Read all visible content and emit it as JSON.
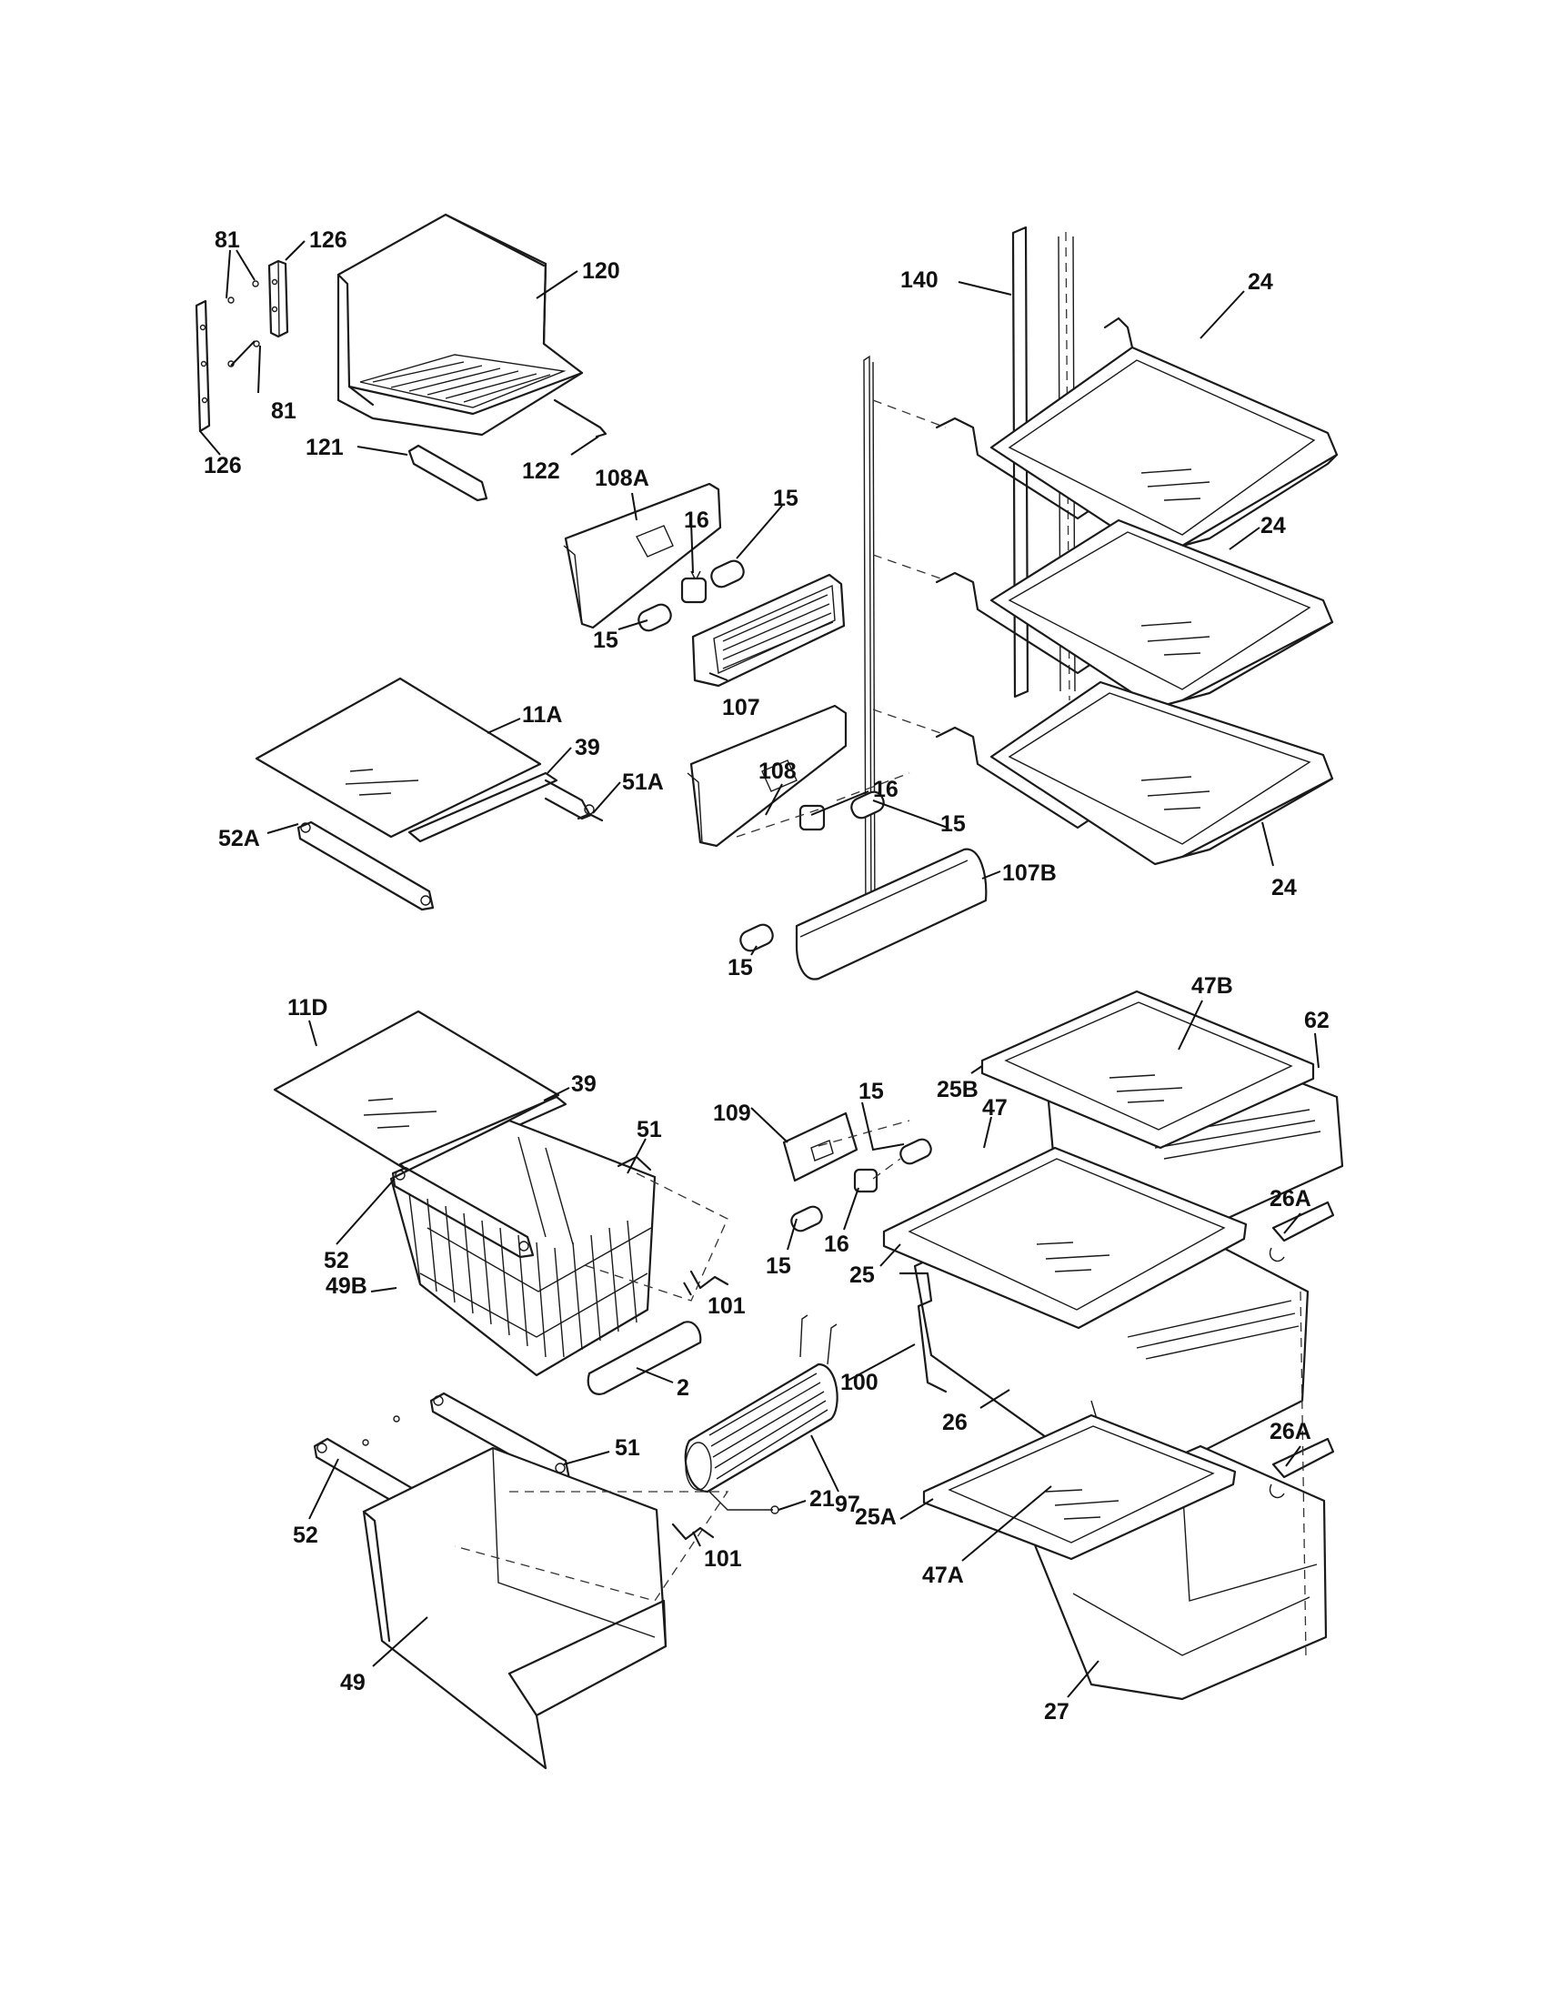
{
  "labels": [
    {
      "id": "81-top",
      "text": "81"
    },
    {
      "id": "126-top",
      "text": "126"
    },
    {
      "id": "120",
      "text": "120"
    },
    {
      "id": "140",
      "text": "140"
    },
    {
      "id": "24-a",
      "text": "24"
    },
    {
      "id": "81-bottom",
      "text": "81"
    },
    {
      "id": "126-bottom",
      "text": "126"
    },
    {
      "id": "121",
      "text": "121"
    },
    {
      "id": "122",
      "text": "122"
    },
    {
      "id": "108A",
      "text": "108A"
    },
    {
      "id": "15-a",
      "text": "15"
    },
    {
      "id": "16-a",
      "text": "16"
    },
    {
      "id": "24-b",
      "text": "24"
    },
    {
      "id": "15-b",
      "text": "15"
    },
    {
      "id": "107",
      "text": "107"
    },
    {
      "id": "11A",
      "text": "11A"
    },
    {
      "id": "39-a",
      "text": "39"
    },
    {
      "id": "51A",
      "text": "51A"
    },
    {
      "id": "52A",
      "text": "52A"
    },
    {
      "id": "108",
      "text": "108"
    },
    {
      "id": "16-b",
      "text": "16"
    },
    {
      "id": "15-c",
      "text": "15"
    },
    {
      "id": "107B",
      "text": "107B"
    },
    {
      "id": "24-c",
      "text": "24"
    },
    {
      "id": "15-d",
      "text": "15"
    },
    {
      "id": "47B",
      "text": "47B"
    },
    {
      "id": "11D",
      "text": "11D"
    },
    {
      "id": "62",
      "text": "62"
    },
    {
      "id": "39-b",
      "text": "39"
    },
    {
      "id": "25B",
      "text": "25B"
    },
    {
      "id": "109",
      "text": "109"
    },
    {
      "id": "15-e",
      "text": "15"
    },
    {
      "id": "47",
      "text": "47"
    },
    {
      "id": "51-a",
      "text": "51"
    },
    {
      "id": "26A-a",
      "text": "26A"
    },
    {
      "id": "52-a",
      "text": "52"
    },
    {
      "id": "15-f",
      "text": "15"
    },
    {
      "id": "16-c",
      "text": "16"
    },
    {
      "id": "25",
      "text": "25"
    },
    {
      "id": "49B",
      "text": "49B"
    },
    {
      "id": "101-a",
      "text": "101"
    },
    {
      "id": "100",
      "text": "100"
    },
    {
      "id": "2",
      "text": "2"
    },
    {
      "id": "26",
      "text": "26"
    },
    {
      "id": "26A-b",
      "text": "26A"
    },
    {
      "id": "97",
      "text": "97"
    },
    {
      "id": "51-b",
      "text": "51"
    },
    {
      "id": "21",
      "text": "21"
    },
    {
      "id": "25A",
      "text": "25A"
    },
    {
      "id": "52-b",
      "text": "52"
    },
    {
      "id": "101-b",
      "text": "101"
    },
    {
      "id": "47A",
      "text": "47A"
    },
    {
      "id": "49",
      "text": "49"
    },
    {
      "id": "27",
      "text": "27"
    }
  ]
}
